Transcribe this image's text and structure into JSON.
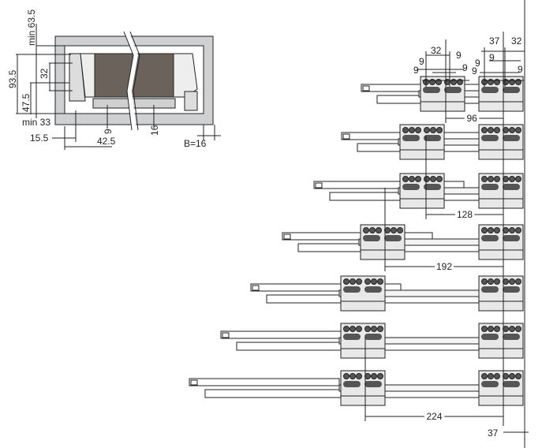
{
  "section_view": {
    "dims": {
      "min_top": "min 63.5",
      "height_93": "93.5",
      "height_32": "32",
      "height_47": "47.5",
      "min_bottom": "min 33",
      "offset_15": "15.5",
      "offset_42": "42.5",
      "dim_9": "9",
      "dim_16": "16",
      "side_thickness": "B=16"
    }
  },
  "runner_view": {
    "top_dims": {
      "front_32": "32",
      "front_9a": "9",
      "front_9b": "9",
      "front_9c": "9",
      "front_9d": "9",
      "rear_37": "37",
      "rear_32": "32",
      "rear_9a": "9",
      "rear_9b": "9",
      "rear_9c": "9",
      "rear_9d": "9"
    },
    "spacings": [
      "96",
      "128",
      "192",
      "224"
    ],
    "rear_offset": "37",
    "runner_count": 7
  }
}
